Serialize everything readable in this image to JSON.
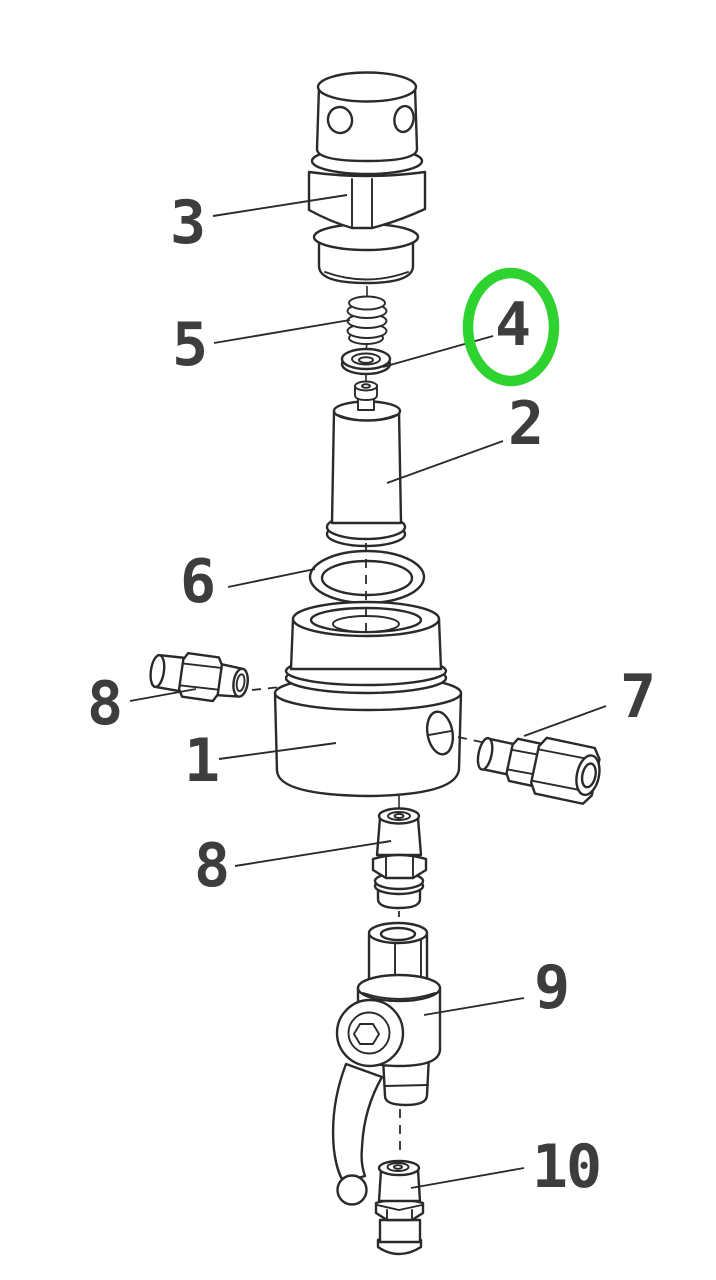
{
  "page": {
    "background": "#ffffff"
  },
  "diagram": {
    "type": "exploded-parts-diagram",
    "subject": "pressure-regulator-valve-assembly",
    "line_color": "#2a2a2a",
    "label_color": "#3d3d3d",
    "highlight": {
      "color": "#2fd32f",
      "highlighted_part_label": "4",
      "shape": "ellipse-ring"
    },
    "parts": [
      {
        "id": "cap-assembly",
        "label": "3"
      },
      {
        "id": "spring",
        "label": "5"
      },
      {
        "id": "seal-washer",
        "label": "4",
        "highlighted": true
      },
      {
        "id": "piston-cylinder",
        "label": "2"
      },
      {
        "id": "o-ring",
        "label": "6"
      },
      {
        "id": "regulator-body",
        "label": "1"
      },
      {
        "id": "fitting-left",
        "label": "8"
      },
      {
        "id": "compression-fitting-right",
        "label": "7"
      },
      {
        "id": "fitting-bottom",
        "label": "8"
      },
      {
        "id": "ball-valve",
        "label": "9"
      },
      {
        "id": "outlet-fitting",
        "label": "10"
      }
    ]
  }
}
